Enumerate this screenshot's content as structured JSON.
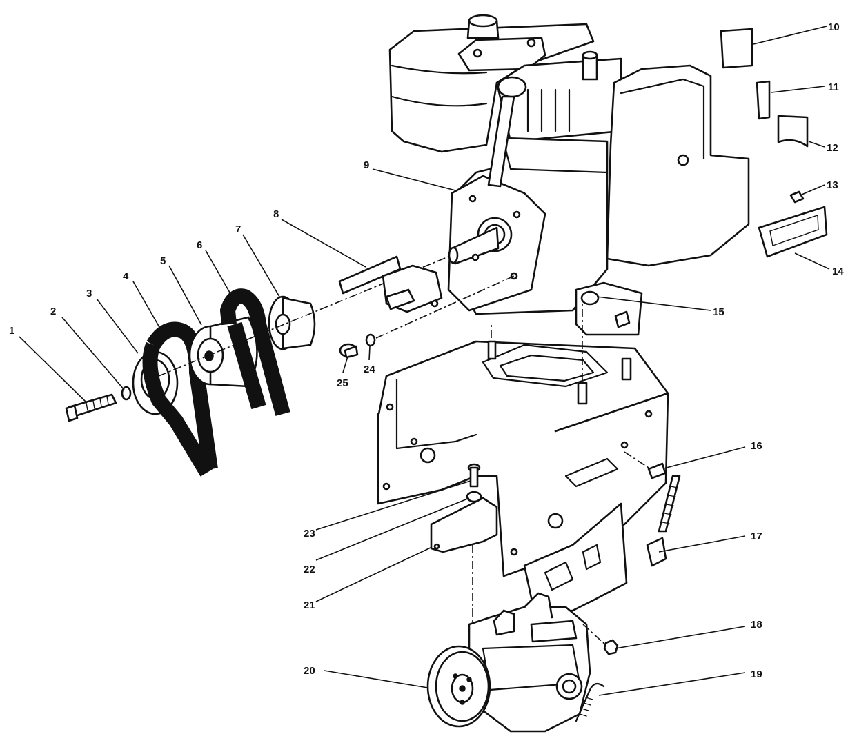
{
  "callouts": [
    {
      "n": "1"
    },
    {
      "n": "2"
    },
    {
      "n": "3"
    },
    {
      "n": "4"
    },
    {
      "n": "5"
    },
    {
      "n": "6"
    },
    {
      "n": "7"
    },
    {
      "n": "8"
    },
    {
      "n": "9"
    },
    {
      "n": "10"
    },
    {
      "n": "11"
    },
    {
      "n": "12"
    },
    {
      "n": "13"
    },
    {
      "n": "14"
    },
    {
      "n": "15"
    },
    {
      "n": "16"
    },
    {
      "n": "17"
    },
    {
      "n": "18"
    },
    {
      "n": "19"
    },
    {
      "n": "20"
    },
    {
      "n": "21"
    },
    {
      "n": "22"
    },
    {
      "n": "23"
    },
    {
      "n": "24"
    },
    {
      "n": "25"
    }
  ],
  "colors": {
    "ink": "#111111",
    "paper": "#ffffff"
  }
}
